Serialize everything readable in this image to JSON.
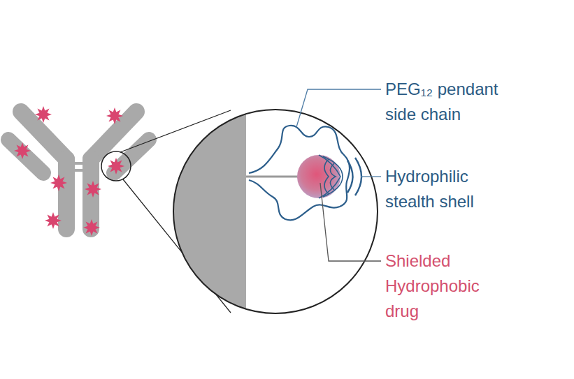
{
  "diagram": {
    "labels": [
      "PEG₁₂ pendant side chain",
      "Hydrophilic stealth shell",
      "Shielded Hydrophobic drug"
    ]
  }
}
